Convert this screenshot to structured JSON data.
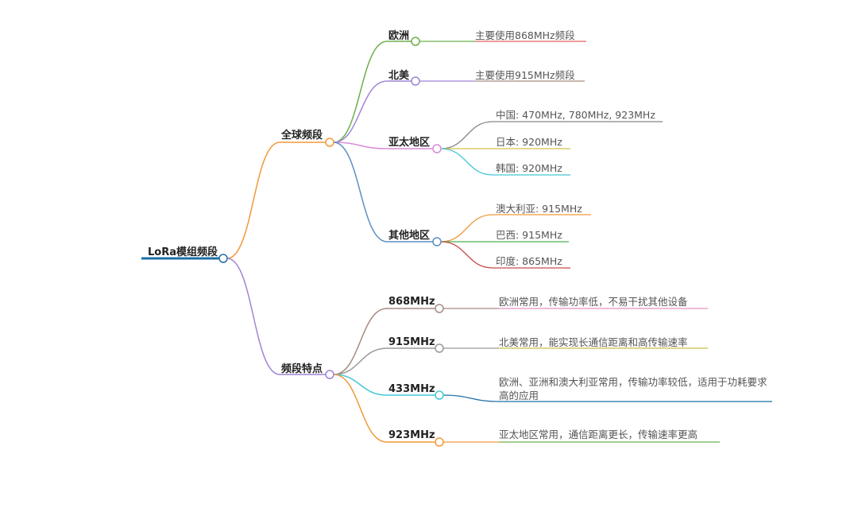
{
  "root": {
    "label": "LoRa模组频段",
    "color": "#1f6fa5"
  },
  "branches": [
    {
      "id": "global",
      "label": "全球频段",
      "color": "#f2993a",
      "children": [
        {
          "id": "europe",
          "label": "欧洲",
          "color": "#6ab04c",
          "leaves": [
            {
              "text": "主要使用868MHz频段",
              "color": "#e06060"
            }
          ]
        },
        {
          "id": "north-america",
          "label": "北美",
          "color": "#a084d6",
          "leaves": [
            {
              "text": "主要使用915MHz频段",
              "color": "#a68b80"
            }
          ]
        },
        {
          "id": "asia-pacific",
          "label": "亚太地区",
          "color": "#d98bd9",
          "leaves": [
            {
              "text": "中国: 470MHz, 780MHz, 923MHz",
              "color": "#888888"
            },
            {
              "text": "日本: 920MHz",
              "color": "#d4c24a"
            },
            {
              "text": "韩国: 920MHz",
              "color": "#45c8d6"
            }
          ]
        },
        {
          "id": "other-regions",
          "label": "其他地区",
          "color": "#5d8fc4",
          "leaves": [
            {
              "text": "澳大利亚: 915MHz",
              "color": "#f2993a"
            },
            {
              "text": "巴西: 915MHz",
              "color": "#4caf50"
            },
            {
              "text": "印度: 865MHz",
              "color": "#c94a4a"
            }
          ]
        }
      ]
    },
    {
      "id": "features",
      "label": "频段特点",
      "color": "#a084d6",
      "children": [
        {
          "id": "f868",
          "label": "868MHz",
          "color": "#a68b80",
          "leaves": [
            {
              "text": "欧洲常用，传输功率低，不易干扰其他设备",
              "color": "#e88fc8"
            }
          ]
        },
        {
          "id": "f915",
          "label": "915MHz",
          "color": "#999999",
          "leaves": [
            {
              "text": "北美常用，能实现长通信距离和高传输速率",
              "color": "#cbbf44"
            }
          ]
        },
        {
          "id": "f433",
          "label": "433MHz",
          "color": "#45c8d6",
          "leaves": [
            {
              "text": "欧洲、亚洲和澳大利亚常用，传输功率较低，适用于功耗要求高的应用",
              "color": "#1f6fa5"
            }
          ]
        },
        {
          "id": "f923",
          "label": "923MHz",
          "color": "#f2993a",
          "leaves": [
            {
              "text": "亚太地区常用，通信距离更长，传输速率更高",
              "color": "#6ab04c"
            }
          ]
        }
      ]
    }
  ]
}
